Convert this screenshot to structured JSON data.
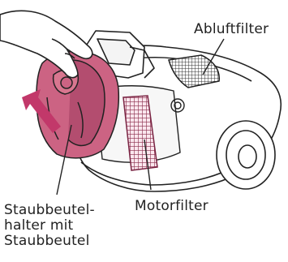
{
  "labels": {
    "exhaust_filter": "Abluftfilter",
    "motor_filter": "Motorfilter",
    "bag_holder_line1": "Staubbeutel-",
    "bag_holder_line2": "halter mit",
    "bag_holder_line3": "Staubbeutel"
  },
  "colors": {
    "outline": "#222222",
    "bag_fill": "#cc6383",
    "bag_shade": "#b34d6f",
    "arrow": "#c2386a",
    "background": "#ffffff"
  },
  "icons": {
    "arrow": "arrow-up-left"
  }
}
